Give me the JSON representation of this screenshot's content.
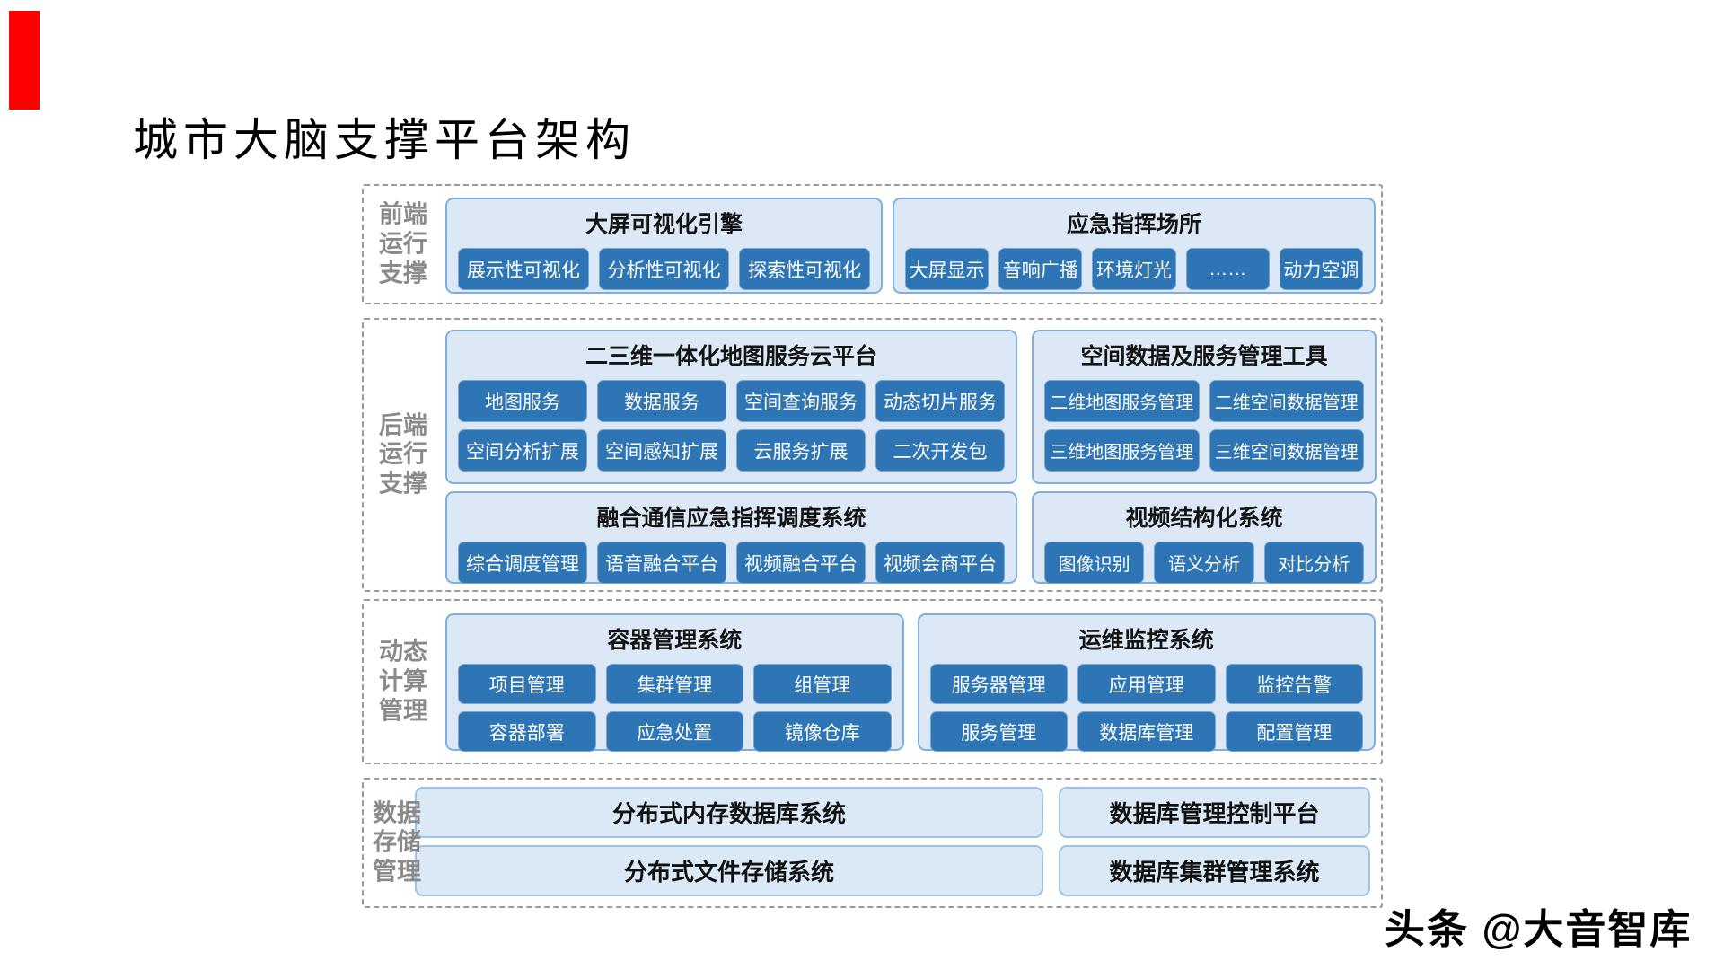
{
  "title": "城市大脑支撑平台架构",
  "watermark": "头条 @大音智库",
  "colors": {
    "red_mark": "#fe0000",
    "button_bg": "#2e75b6",
    "panel_bg": "#dce8f5",
    "panel_border": "#7fafdd",
    "bigbox_bg": "#dbe9f7",
    "bigbox_border": "#9cc3e6",
    "band_border": "#9a9a9a",
    "band_label": "#8a8a8a"
  },
  "bands": [
    {
      "label_lines": [
        "前端",
        "运行",
        "支撑"
      ],
      "panels": [
        {
          "title": "大屏可视化引擎",
          "rows": [
            [
              "展示性可视化",
              "分析性可视化",
              "探索性可视化"
            ]
          ]
        },
        {
          "title": "应急指挥场所",
          "rows": [
            [
              "大屏显示",
              "音响广播",
              "环境灯光",
              "……",
              "动力空调"
            ]
          ]
        }
      ]
    },
    {
      "label_lines": [
        "后端",
        "运行",
        "支撑"
      ],
      "panels": [
        {
          "title": "二三维一体化地图服务云平台",
          "rows": [
            [
              "地图服务",
              "数据服务",
              "空间查询服务",
              "动态切片服务"
            ],
            [
              "空间分析扩展",
              "空间感知扩展",
              "云服务扩展",
              "二次开发包"
            ]
          ]
        },
        {
          "title": "空间数据及服务管理工具",
          "rows": [
            [
              "二维地图服务管理",
              "二维空间数据管理"
            ],
            [
              "三维地图服务管理",
              "三维空间数据管理"
            ]
          ]
        },
        {
          "title": "融合通信应急指挥调度系统",
          "rows": [
            [
              "综合调度管理",
              "语音融合平台",
              "视频融合平台",
              "视频会商平台"
            ]
          ]
        },
        {
          "title": "视频结构化系统",
          "rows": [
            [
              "图像识别",
              "语义分析",
              "对比分析"
            ]
          ]
        }
      ]
    },
    {
      "label_lines": [
        "动态",
        "计算",
        "管理"
      ],
      "panels": [
        {
          "title": "容器管理系统",
          "rows": [
            [
              "项目管理",
              "集群管理",
              "组管理"
            ],
            [
              "容器部署",
              "应急处置",
              "镜像仓库"
            ]
          ]
        },
        {
          "title": "运维监控系统",
          "rows": [
            [
              "服务器管理",
              "应用管理",
              "监控告警"
            ],
            [
              "服务管理",
              "数据库管理",
              "配置管理"
            ]
          ]
        }
      ]
    },
    {
      "label_lines": [
        "数据",
        "存储",
        "管理"
      ],
      "boxes": [
        [
          "分布式内存数据库系统",
          "数据库管理控制平台"
        ],
        [
          "分布式文件存储系统",
          "数据库集群管理系统"
        ]
      ]
    }
  ]
}
